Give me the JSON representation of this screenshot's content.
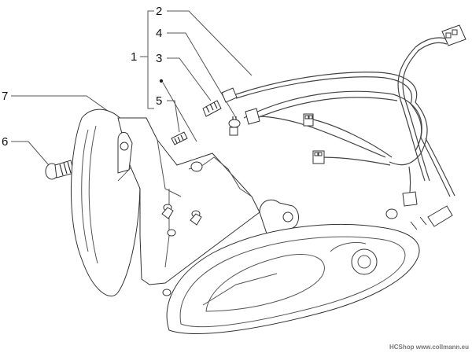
{
  "callouts": {
    "c1": "1",
    "c2": "2",
    "c3": "3",
    "c4": "4",
    "c5": "5",
    "c6": "6",
    "c7": "7"
  },
  "watermark": "HCShop www.collmann.eu"
}
